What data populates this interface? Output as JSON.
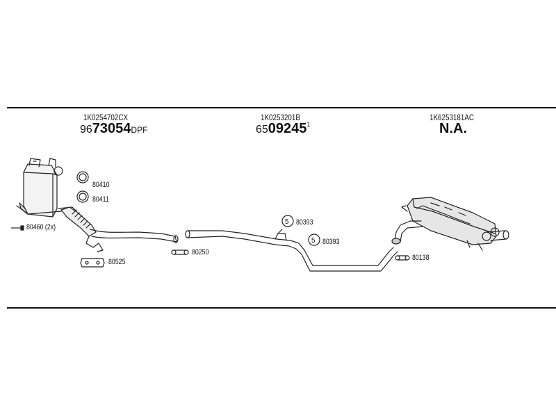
{
  "columns": [
    {
      "oem": "1K0254702CX",
      "prefix": "96",
      "number": "73054",
      "suffix": "DPF",
      "sup": ""
    },
    {
      "oem": "1K0253201B",
      "prefix": "65",
      "number": "09245",
      "suffix": "",
      "sup": "1"
    },
    {
      "oem": "1K6253181AC",
      "na": "N.A."
    }
  ],
  "labels": {
    "p80410": "80410",
    "p80411": "80411",
    "p80460": "80460 (2x)",
    "p80525": "80525",
    "p80250": "80250",
    "p80393a": "80393",
    "p80393b": "80393",
    "p80138": "80138"
  },
  "icons": {
    "ring": "ring-gasket-icon",
    "clamp": "clamp-icon",
    "bolt": "bolt-icon",
    "hanger": "rubber-hanger-icon",
    "mount": "mounting-bracket-icon"
  }
}
